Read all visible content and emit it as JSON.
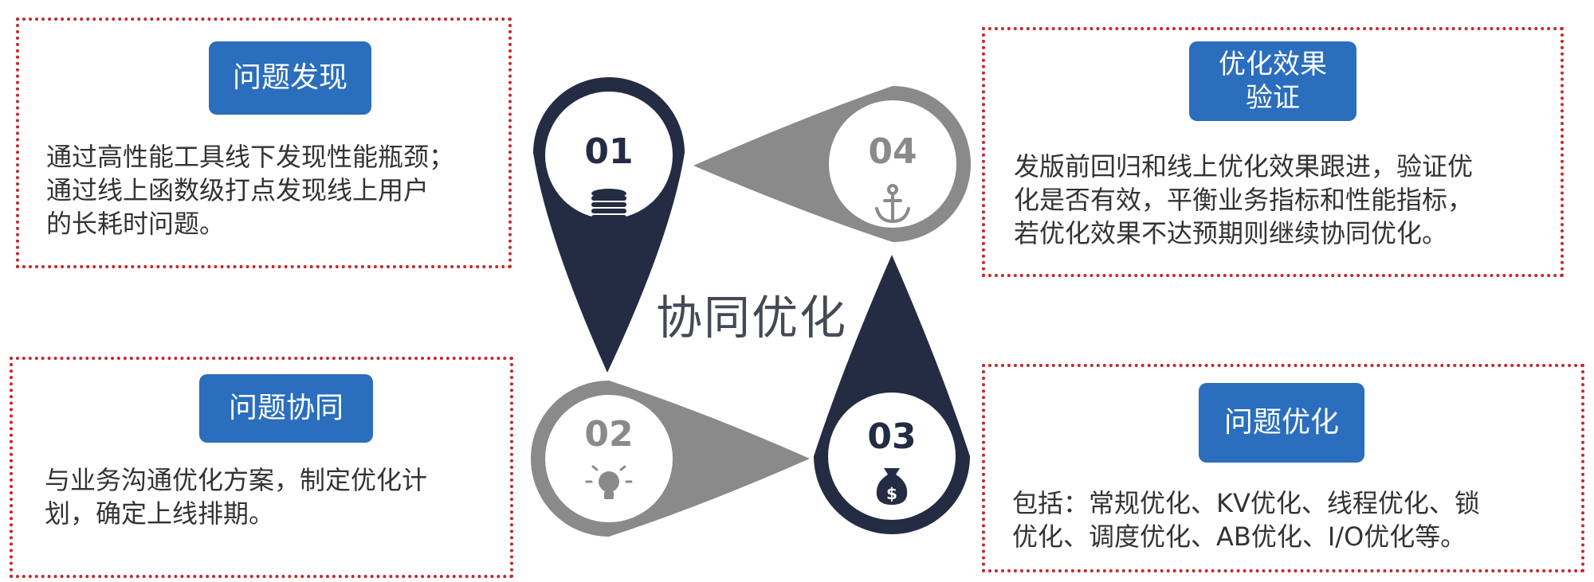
{
  "center_title": "协同优化",
  "colors": {
    "dark": "#242c44",
    "gray": "#8a8a8a",
    "accent": "#2a6ebd",
    "border": "#c4272d"
  },
  "cards": [
    {
      "id": "discover",
      "label": "问题发现",
      "text": "通过高性能工具线下发现性能瓶颈；\n通过线上函数级打点发现线上用户\n的长耗时问题。"
    },
    {
      "id": "collaborate",
      "label": "问题协同",
      "text": "与业务沟通优化方案，制定优化计\n划，确定上线排期。"
    },
    {
      "id": "verify",
      "label": "优化效果\n验证",
      "text": "发版前回归和线上优化效果跟进，验证优\n化是否有效，平衡业务指标和性能指标，\n若优化效果不达预期则继续协同优化。"
    },
    {
      "id": "optimize",
      "label": "问题优化",
      "text": "包括：常规优化、KV优化、线程优化、锁\n优化、调度优化、AB优化、I/O优化等。"
    }
  ],
  "steps": [
    {
      "num": "01",
      "icon": "database-icon"
    },
    {
      "num": "02",
      "icon": "lightbulb-icon"
    },
    {
      "num": "03",
      "icon": "money-bag-icon"
    },
    {
      "num": "04",
      "icon": "anchor-icon"
    }
  ]
}
